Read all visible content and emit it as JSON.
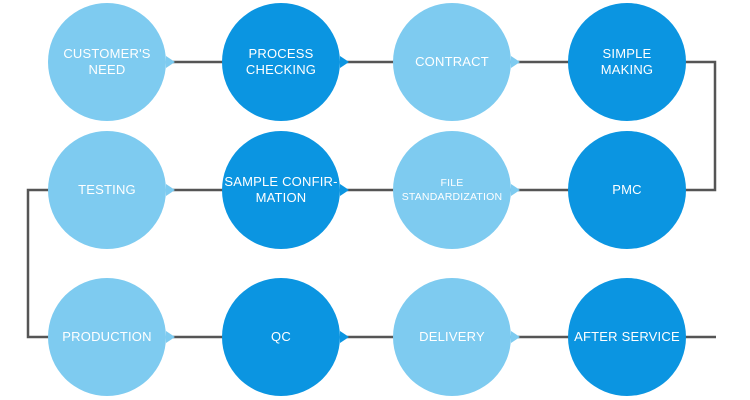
{
  "colors": {
    "light_step": "#7ecbf0",
    "dark_step": "#0b95e1",
    "connector": "#555555",
    "text": "#ffffff"
  },
  "steps": [
    {
      "label": "CUSTOMER'S\nNEED",
      "tone": "light"
    },
    {
      "label": "PROCESS\nCHECKING",
      "tone": "dark"
    },
    {
      "label": "CONTRACT",
      "tone": "light"
    },
    {
      "label": "SIMPLE\nMAKING",
      "tone": "dark"
    },
    {
      "label": "PMC",
      "tone": "dark"
    },
    {
      "label": "FILE\nSTANDARDIZATION",
      "tone": "light"
    },
    {
      "label": "SAMPLE CONFIR-\nMATION",
      "tone": "dark"
    },
    {
      "label": "TESTING",
      "tone": "light"
    },
    {
      "label": "PRODUCTION",
      "tone": "light"
    },
    {
      "label": "QC",
      "tone": "dark"
    },
    {
      "label": "DELIVERY",
      "tone": "light"
    },
    {
      "label": "AFTER SERVICE",
      "tone": "dark"
    }
  ]
}
